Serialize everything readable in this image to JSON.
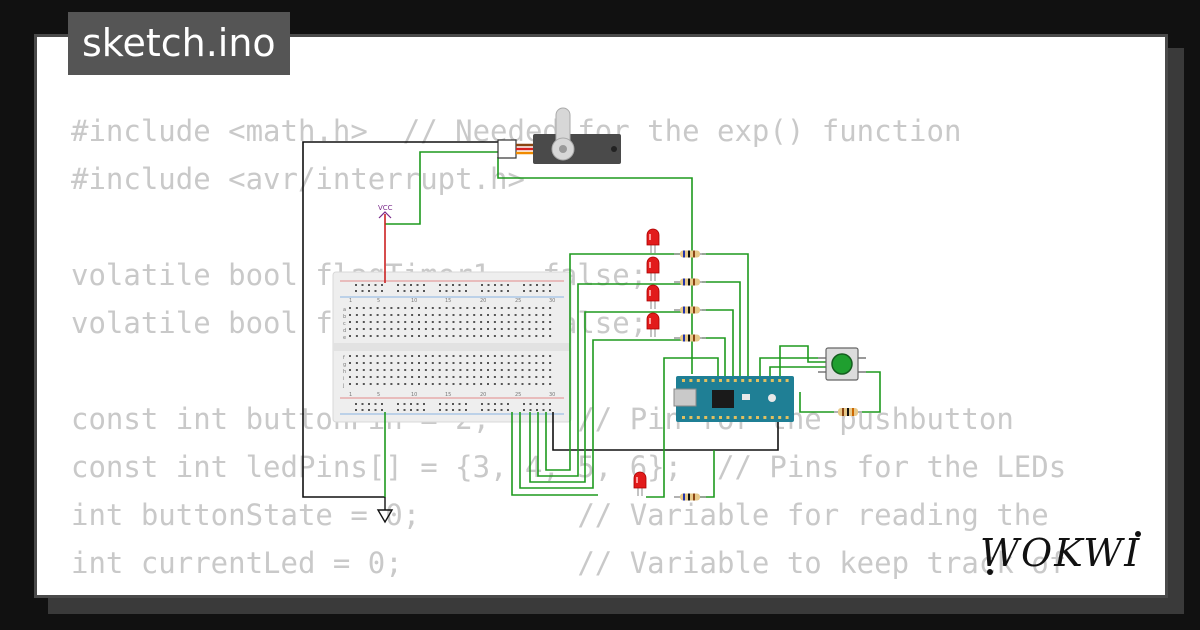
{
  "file_tab": {
    "label": "sketch.ino"
  },
  "code_lines": [
    "#include <math.h>  // Needed for the exp() function",
    "#include <avr/interrupt.h>",
    "",
    "volatile bool flagTimer1 = false;",
    "volatile bool flagTimer2 = false;",
    "",
    "const int buttonPin = 2;     // Pin for the pushbutton",
    "const int ledPins[] = {3, 4, 5, 6};  // Pins for the LEDs",
    "int buttonState = 0;         // Variable for reading the",
    "int currentLed = 0;          // Variable to keep track of"
  ],
  "circuit": {
    "vcc_label": "VCC",
    "breadboard_numbers": [
      "1",
      "5",
      "10",
      "15",
      "20",
      "25",
      "30"
    ],
    "breadboard_rows_top": [
      "a",
      "b",
      "c",
      "d",
      "e"
    ],
    "breadboard_rows_bottom": [
      "f",
      "g",
      "h",
      "i",
      "j"
    ]
  },
  "brand": {
    "logo_text": "WOKWI"
  },
  "colors": {
    "background": "#111111",
    "card": "#ffffff",
    "tab": "#555555",
    "code_text": "#c9c9c9",
    "wire_green": "#1e9a1e",
    "wire_black": "#111111",
    "wire_red": "#cc2222",
    "led_red": "#e21b1b",
    "arduino_teal": "#1f7f95",
    "button_green": "#1f9f2f"
  }
}
